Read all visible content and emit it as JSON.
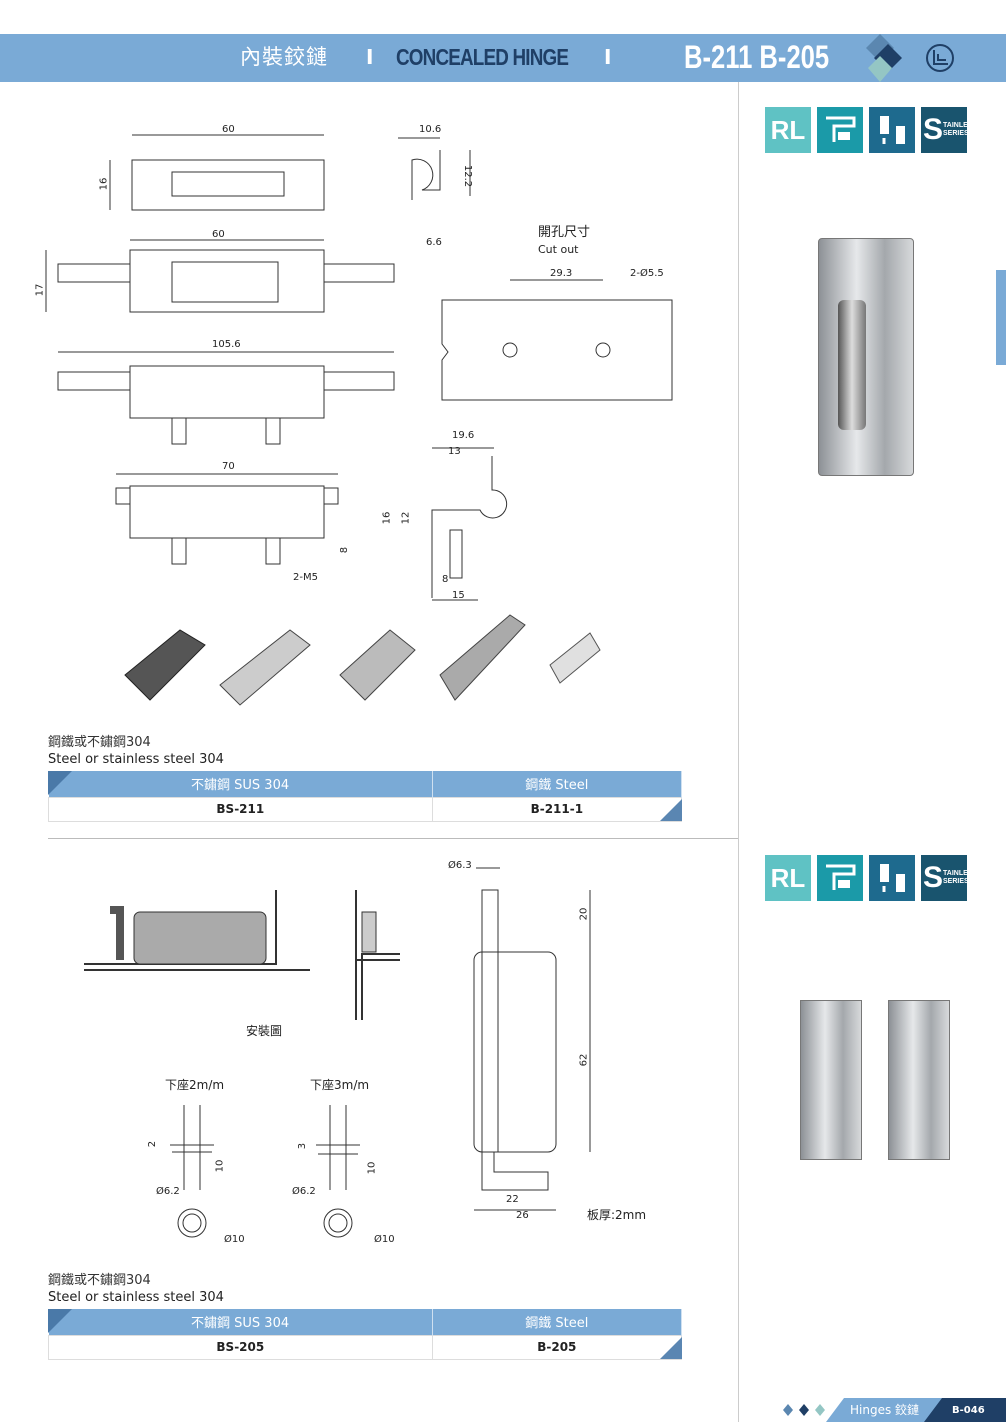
{
  "header": {
    "title_zh": "內裝鉸鏈",
    "separator": "I",
    "title_en": "CONCEALED HINGE",
    "codes": "B-211 B-205"
  },
  "badges": [
    "RL",
    "mount-icon",
    "hinge-icon",
    "STAINLESS SERIES"
  ],
  "badge_text": {
    "rl": "RL",
    "s": "S",
    "stainless": "TAINLESS",
    "series": "SERIES"
  },
  "section1": {
    "dims": {
      "top_width": "60",
      "top_height": "16",
      "side_width": "10.6",
      "side_height": "12.2",
      "side_base": "6.6",
      "mid_width": "60",
      "mid_height": "17",
      "long_width": "105.6",
      "bottom_width": "70",
      "thread": "2-M5",
      "pin_len": "8",
      "side2_h1": "16",
      "side2_h2": "12",
      "side2_w1": "19.6",
      "side2_w2": "13",
      "side2_b1": "8",
      "side2_b2": "15"
    },
    "cutout": {
      "title_zh": "開孔尺寸",
      "title_en": "Cut out",
      "spacing": "29.3",
      "holes": "2-Ø5.5"
    },
    "material_zh": "鋼鐵或不鏽鋼304",
    "material_en": "Steel or stainless steel 304",
    "table": {
      "headers": [
        "不鏽鋼 SUS 304",
        "鋼鐵 Steel"
      ],
      "row": [
        "BS-211",
        "B-211-1"
      ]
    }
  },
  "section2": {
    "install_label": "安裝圖",
    "base2_label": "下座2m/m",
    "base3_label": "下座3m/m",
    "dims": {
      "pin_dia": "Ø6.3",
      "top_len": "20",
      "body_len": "62",
      "foot_inner": "22",
      "foot_outer": "26",
      "thickness": "板厚:2mm",
      "b2_t": "2",
      "b3_t": "3",
      "b2_h": "10",
      "b3_h": "10",
      "b2_d": "Ø6.2",
      "b3_d": "Ø6.2",
      "b2_od": "Ø10",
      "b3_od": "Ø10"
    },
    "material_zh": "鋼鐵或不鏽鋼304",
    "material_en": "Steel or stainless steel 304",
    "table": {
      "headers": [
        "不鏽鋼 SUS 304",
        "鋼鐵 Steel"
      ],
      "row": [
        "BS-205",
        "B-205"
      ]
    }
  },
  "footer": {
    "category": "Hinges 鉸鏈",
    "page": "B-046"
  },
  "colors": {
    "header": "#7aaad6",
    "navy": "#1f3f66",
    "teal": "#5fc2c4",
    "teal_dark": "#1b9aa8",
    "blue_dark": "#1e6a8e",
    "s_dark": "#19546e"
  }
}
